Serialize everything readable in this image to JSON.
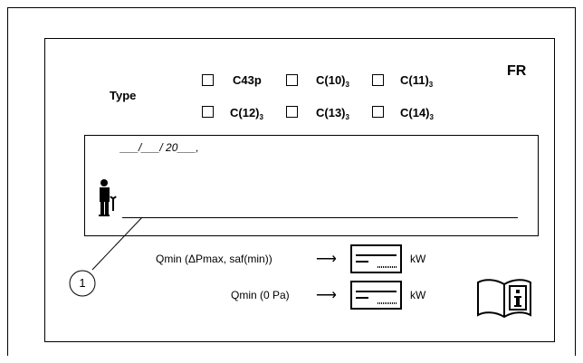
{
  "plate": {
    "type_label": "Type",
    "country": "FR",
    "options": [
      {
        "label": "C43p",
        "sub": ""
      },
      {
        "label": "C(10)",
        "sub": "3"
      },
      {
        "label": "C(11)",
        "sub": "3"
      },
      {
        "label": "C(12)",
        "sub": "3"
      },
      {
        "label": "C(13)",
        "sub": "3"
      },
      {
        "label": "C(14)",
        "sub": "3"
      }
    ],
    "date_text": "___/___/ 20___,",
    "qmin_max_label": "Qmin (ΔPmax, saf(min))",
    "qmin_zero_label": "Qmin (0 Pa)",
    "unit": "kW",
    "callout": "1"
  },
  "icons": {
    "technician": "technician-icon",
    "book": "info-manual-icon",
    "meter": "meter-display-icon"
  }
}
